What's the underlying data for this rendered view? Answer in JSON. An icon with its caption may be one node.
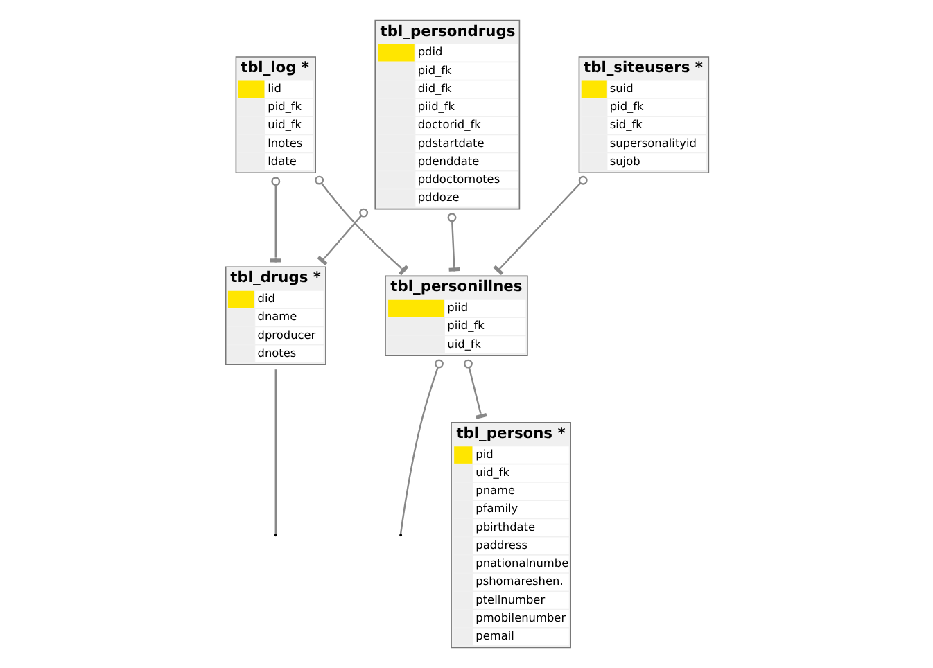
{
  "diagram": {
    "nodes": [
      {
        "text": [
          "tbl_persondrugs",
          "pdid",
          "pid_fk",
          "did_fk",
          "piid_fk",
          "doctorid_fk",
          "pdstartdate",
          "pdenddate",
          "pddoctornotes",
          "pddoze"
        ]
      },
      {
        "text": [
          "tbl_log *",
          "lid",
          "pid_fk",
          "uid_fk",
          "lnotes",
          "ldate"
        ]
      },
      {
        "text": [
          "tbl_drugs *",
          "did",
          "dname",
          "dproducer",
          "dnotes"
        ]
      },
      {
        "text": [
          "tbl_personillnes",
          "piid",
          "piid_fk",
          "uid_fk"
        ]
      },
      {
        "text": [
          "tbl_persons *",
          "pid",
          "uid_fk",
          "pname",
          "pfamily",
          "pbirthdate",
          "paddress",
          "pnationalnumbe",
          "pshomareshen.",
          "ptellnumber",
          "pmobilenumber",
          "pemail"
        ]
      },
      {
        "text": [
          "tbl_siteusers *",
          "suid",
          "pid_fk",
          "sid_fk",
          "supersonalityid",
          "sujob"
        ]
      }
    ],
    "edges": [
      {
        "from": 0,
        "to": 2,
        "arrow": "other"
      },
      {
        "from": 1,
        "to": 2,
        "arrow": "other"
      },
      {
        "from": 2,
        "to": null,
        "arrow": "none"
      },
      {
        "from": 1,
        "to": 3,
        "arrow": "other"
      },
      {
        "from": 0,
        "to": 3,
        "arrow": "other"
      },
      {
        "from": 5,
        "to": 3,
        "arrow": "other"
      },
      {
        "from": 3,
        "to": 4,
        "arrow": "other"
      },
      {
        "from": 3,
        "to": null,
        "arrow": "other"
      }
    ]
  }
}
